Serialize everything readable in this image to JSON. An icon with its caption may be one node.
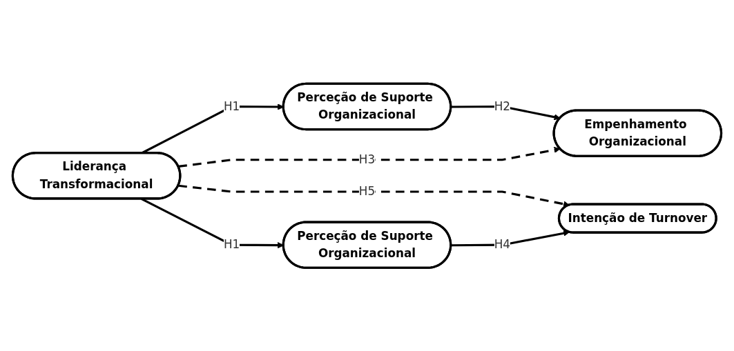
{
  "diagram": {
    "nodes": [
      {
        "text": [
          "Liderança Transformacional"
        ]
      },
      {
        "text": [
          "Perceção de Suporte Organizacional"
        ]
      },
      {
        "text": [
          "Empenhamento Organizacional"
        ]
      },
      {
        "text": [
          "Intenção de Turnover"
        ]
      },
      {
        "text": [
          "Perceção de Suporte Organizacional"
        ]
      }
    ],
    "edges": [
      {
        "from": 0,
        "to": 1,
        "arrow": "to",
        "label": "H1"
      },
      {
        "from": 1,
        "to": 2,
        "arrow": "to",
        "label": "H2"
      },
      {
        "from": 0,
        "to": 2,
        "arrow": "to",
        "label": "H3",
        "style": "dashed"
      },
      {
        "from": 0,
        "to": 3,
        "arrow": "to",
        "label": "H5",
        "style": "dashed"
      },
      {
        "from": 0,
        "to": 4,
        "arrow": "to",
        "label": "H1"
      },
      {
        "from": 4,
        "to": 3,
        "arrow": "to",
        "label": "H4"
      }
    ]
  }
}
